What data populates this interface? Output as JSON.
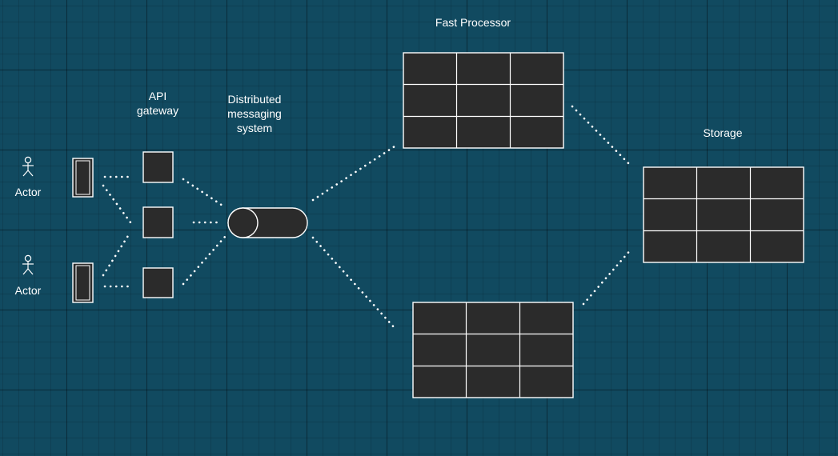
{
  "diagram": {
    "actors": [
      {
        "label": "Actor"
      },
      {
        "label": "Actor"
      }
    ],
    "api_gateway": {
      "label_lines": [
        "API",
        "gateway"
      ]
    },
    "messaging": {
      "label_lines": [
        "Distributed",
        "messaging",
        "system"
      ]
    },
    "fast_processor": {
      "label": "Fast Processor"
    },
    "storage": {
      "label": "Storage"
    },
    "colors": {
      "background": "#114a60",
      "node_fill": "#2b2b2b",
      "stroke": "#ffffff",
      "text": "#ffffff"
    },
    "icons": {
      "actor": "stick-figure-icon",
      "client": "client-device-icon",
      "queue": "cylinder-queue-icon",
      "table": "table-grid-icon"
    }
  }
}
